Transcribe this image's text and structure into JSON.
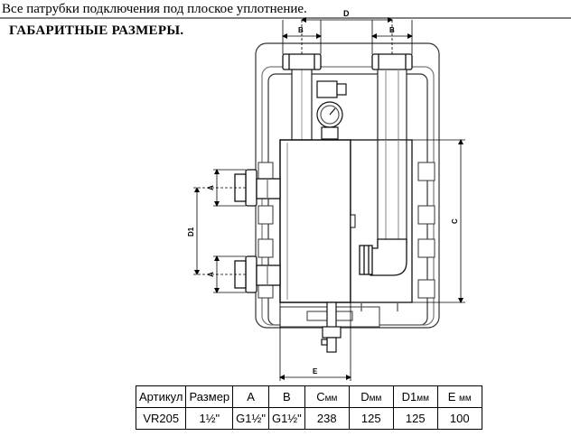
{
  "intro_text": "Все патрубки подключения под плоское уплотнение.",
  "heading": "ГАБАРИТНЫЕ РАЗМЕРЫ.",
  "dimension_labels": {
    "B_left": "B",
    "B_right": "B",
    "C": "C",
    "A_upper": "A",
    "A_lower": "A",
    "D1": "D1",
    "D": "D",
    "E": "E"
  },
  "table": {
    "headers": [
      {
        "label": "Артикул",
        "unit": ""
      },
      {
        "label": "Размер",
        "unit": ""
      },
      {
        "label": "A",
        "unit": ""
      },
      {
        "label": "B",
        "unit": ""
      },
      {
        "label": "C",
        "unit": "мм"
      },
      {
        "label": "D",
        "unit": "мм"
      },
      {
        "label": "D1",
        "unit": "мм"
      },
      {
        "label": "E",
        "unit": "мм"
      }
    ],
    "row": [
      "VR205",
      "1½\"",
      "G1½\"",
      "G1½\"",
      "238",
      "125",
      "125",
      "100"
    ]
  }
}
